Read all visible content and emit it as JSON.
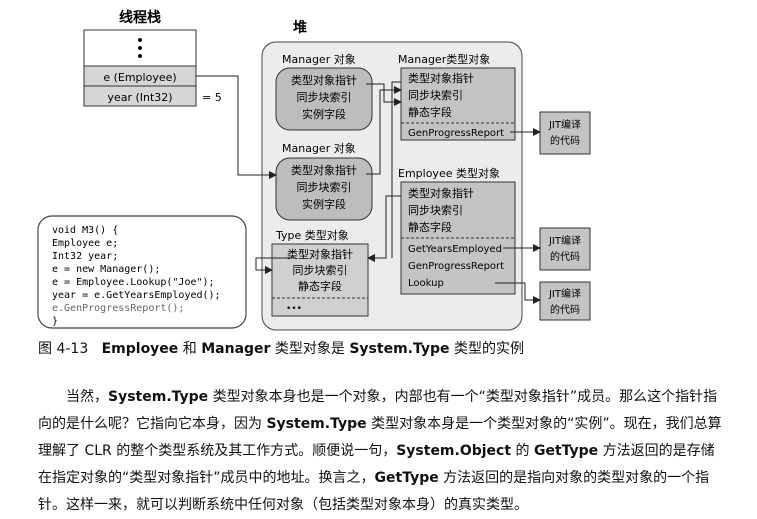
{
  "stack": {
    "title": "线程栈",
    "cell_employee": "e (Employee)",
    "cell_year": "year (Int32)",
    "year_value": "=  5"
  },
  "heap": {
    "title": "堆",
    "manager_obj_1": {
      "title": "Manager 对象",
      "lines": [
        "类型对象指针",
        "同步块索引",
        "实例字段"
      ]
    },
    "manager_obj_2": {
      "title": "Manager 对象",
      "lines": [
        "类型对象指针",
        "同步块索引",
        "实例字段"
      ]
    },
    "type_obj": {
      "title": "Type 类型对象",
      "lines": [
        "类型对象指针",
        "同步块索引",
        "静态字段"
      ],
      "ellipsis": "•••"
    },
    "manager_type": {
      "title": "Manager类型对象",
      "lines": [
        "类型对象指针",
        "同步块索引",
        "静态字段"
      ],
      "method": "GenProgressReport"
    },
    "employee_type": {
      "title": "Employee 类型对象",
      "lines": [
        "类型对象指针",
        "同步块索引",
        "静态字段"
      ],
      "methods": [
        "GetYearsEmployed",
        "GenProgressReport",
        "Lookup"
      ]
    }
  },
  "jit": {
    "label_1": "JIT编译",
    "label_2": "的代码"
  },
  "code": {
    "lines": [
      "void M3()  {",
      "  Employee e;",
      "  Int32 year;",
      "  e = new Manager();",
      "  e = Employee.Lookup(\"Joe\");",
      "  year = e.GetYearsEmployed();",
      "  e.GenProgressReport();",
      "}"
    ]
  },
  "caption": {
    "fig": "图 4-13",
    "t1": "Employee",
    "t2": " 和 ",
    "t3": "Manager",
    "t4": " 类型对象是 ",
    "t5": "System.Type",
    "t6": " 类型的实例"
  },
  "paragraph": [
    {
      "text": "当然，",
      "bold": false
    },
    {
      "text": "System.Type",
      "bold": true
    },
    {
      "text": " 类型对象本身也是一个对象，内部也有一个“类型对象指针”成员。那么这个指针指向的是什么呢？它指向它本身，因为 ",
      "bold": false
    },
    {
      "text": "System.Type",
      "bold": true
    },
    {
      "text": " 类型对象本身是一个类型对象的“实例”。现在，我们总算理解了 CLR 的整个类型系统及其工作方式。顺便说一句，",
      "bold": false
    },
    {
      "text": "System.Object",
      "bold": true
    },
    {
      "text": " 的 ",
      "bold": false
    },
    {
      "text": "GetType",
      "bold": true
    },
    {
      "text": " 方法返回的是存储在指定对象的“类型对象指针”成员中的地址。换言之，",
      "bold": false
    },
    {
      "text": "GetType",
      "bold": true
    },
    {
      "text": "  方法返回的是指向对象的类型对象的一个指针。这样一来，就可以判断系统中任何对象（包括类型对象本身）的真实类型。",
      "bold": false
    }
  ]
}
